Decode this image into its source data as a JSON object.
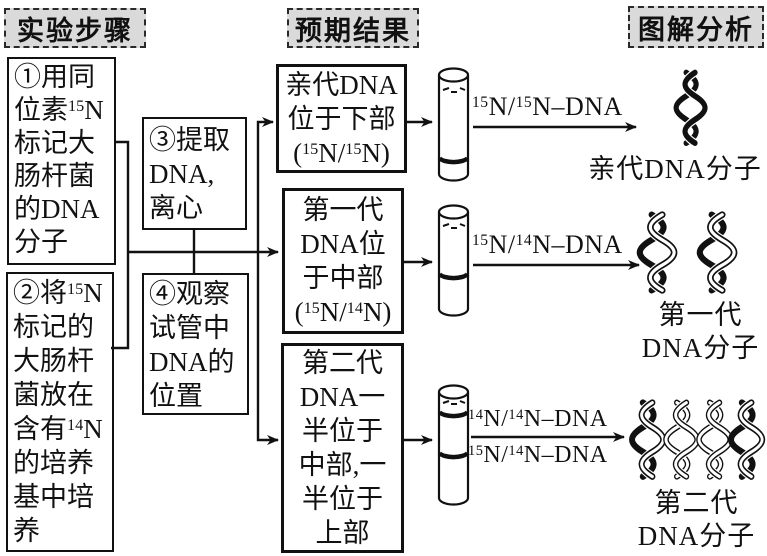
{
  "palette": {
    "ink": "#111111",
    "header_bg": "#dadada",
    "paper": "#ffffff"
  },
  "headers": {
    "steps": "实验步骤",
    "expected": "预期结果",
    "analysis": "图解分析"
  },
  "steps": {
    "s1": "①用同\n位素15N\n标记大\n肠杆菌\n的DNA\n分子",
    "s2": "②将15N\n标记的\n大肠杆\n菌放在\n含有14N\n的培养\n基中培\n养",
    "s3": "③提取\nDNA,\n离心",
    "s4": "④观察\n试管中\nDNA的\n位置"
  },
  "results": {
    "r1": "亲代DNA\n位于下部\n(15N/15N)",
    "r2": "第一代\nDNA位\n于中部\n(15N/14N)",
    "r3": "第二代\nDNA一\n半位于\n中部,一\n半位于\n上部"
  },
  "analysis": {
    "row1": {
      "band_label": "15N/15N–DNA",
      "caption": "亲代DNA分子"
    },
    "row2": {
      "band_label": "15N/14N–DNA",
      "caption": "第一代\nDNA分子"
    },
    "row3": {
      "band_label_top": "14N/14N–DNA",
      "band_label_bottom": "15N/14N–DNA",
      "caption": "第二代\nDNA分子"
    }
  }
}
